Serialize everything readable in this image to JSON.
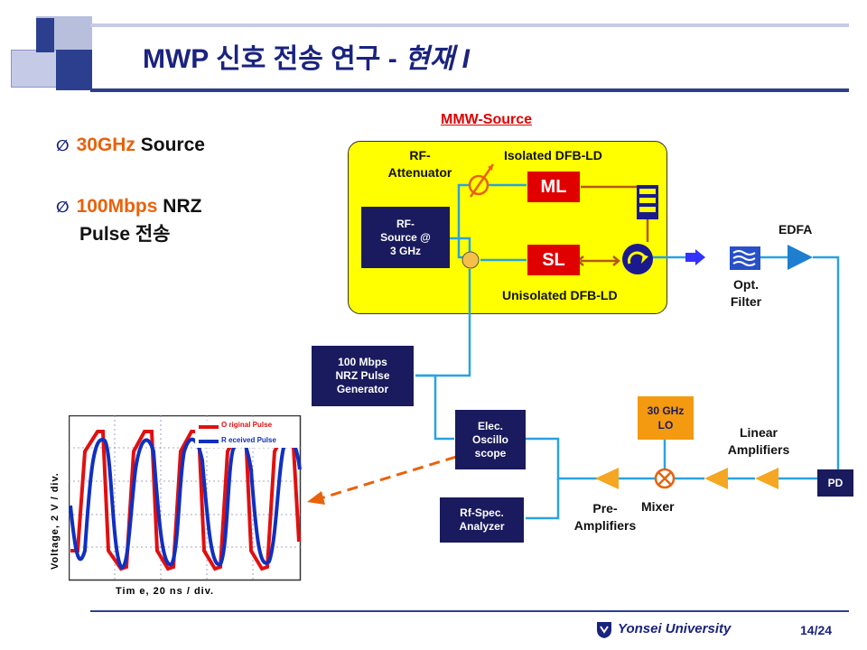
{
  "title": {
    "main": "MWP 신호 전송 연구 - ",
    "italic": "현재 I"
  },
  "bullets": [
    {
      "highlight": "30GHz",
      "rest": " Source"
    },
    {
      "highlight": "100Mbps",
      "rest": " NRZ",
      "line2": "Pulse 전송"
    }
  ],
  "diagram": {
    "mmw_source_label": "MMW-Source",
    "rf_attenuator": [
      "RF-",
      "Attenuator"
    ],
    "isolated_dfb": "Isolated DFB-LD",
    "unisolated_dfb": "Unisolated DFB-LD",
    "ml": "ML",
    "sl": "SL",
    "rf_source": [
      "RF-",
      "Source @",
      "3 GHz"
    ],
    "edfa": "EDFA",
    "opt_filter": [
      "Opt.",
      "Filter"
    ],
    "nrz_generator": [
      "100 Mbps",
      "NRZ Pulse",
      "Generator"
    ],
    "lo": [
      "30 GHz",
      "LO"
    ],
    "linear_amplifiers": [
      "Linear",
      "Amplifiers"
    ],
    "pd": "PD",
    "oscilloscope": [
      "Elec.",
      "Oscillo",
      "scope"
    ],
    "spectrum_analyzer": [
      "Rf-Spec.",
      "Analyzer"
    ],
    "pre_amplifiers": [
      "Pre-",
      "Amplifiers"
    ],
    "mixer": "Mixer",
    "colors": {
      "navy": "#1a1a5e",
      "yellow": "#ffff00",
      "red": "#e00000",
      "cyan": "#29a3e0",
      "brown": "#b05a1e",
      "orange": "#f39a10",
      "blue_arrow": "#3333ff"
    }
  },
  "scope_plot": {
    "ylabel": "Voltage, 2 V / div.",
    "xlabel": "Tim e, 20 ns / div.",
    "legend": [
      "O riginal Pulse",
      "R eceived Pulse"
    ],
    "legend_colors": [
      "#e01010",
      "#1030c0"
    ]
  },
  "footer": {
    "university": "Yonsei University",
    "page": "14/24"
  }
}
